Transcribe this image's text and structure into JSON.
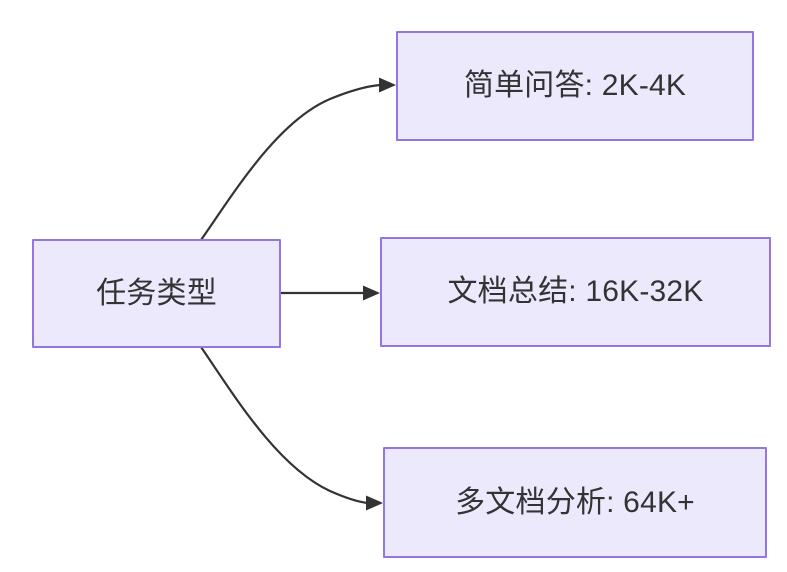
{
  "diagram": {
    "type": "flowchart",
    "direction": "left-to-right",
    "background_color": "#ffffff",
    "node_fill_color": "#ebe9fb",
    "node_border_color": "#9575e0",
    "text_color": "#333333",
    "edge_color": "#333333",
    "nodes": [
      {
        "id": "root",
        "label": "任务类型",
        "role": "source"
      },
      {
        "id": "simple-qa",
        "label": "简单问答: 2K-4K",
        "role": "target"
      },
      {
        "id": "doc-summary",
        "label": "文档总结: 16K-32K",
        "role": "target"
      },
      {
        "id": "multi-doc",
        "label": "多文档分析: 64K+",
        "role": "target"
      }
    ],
    "edges": [
      {
        "id": "root-to-simple-qa",
        "from": "root",
        "to": "simple-qa",
        "label": "",
        "style": "curved",
        "arrowhead": "arrow-head-icon"
      },
      {
        "id": "root-to-doc-summary",
        "from": "root",
        "to": "doc-summary",
        "label": "",
        "style": "straight",
        "arrowhead": "arrow-head-icon"
      },
      {
        "id": "root-to-multi-doc",
        "from": "root",
        "to": "multi-doc",
        "label": "",
        "style": "curved",
        "arrowhead": "arrow-head-icon"
      }
    ]
  }
}
